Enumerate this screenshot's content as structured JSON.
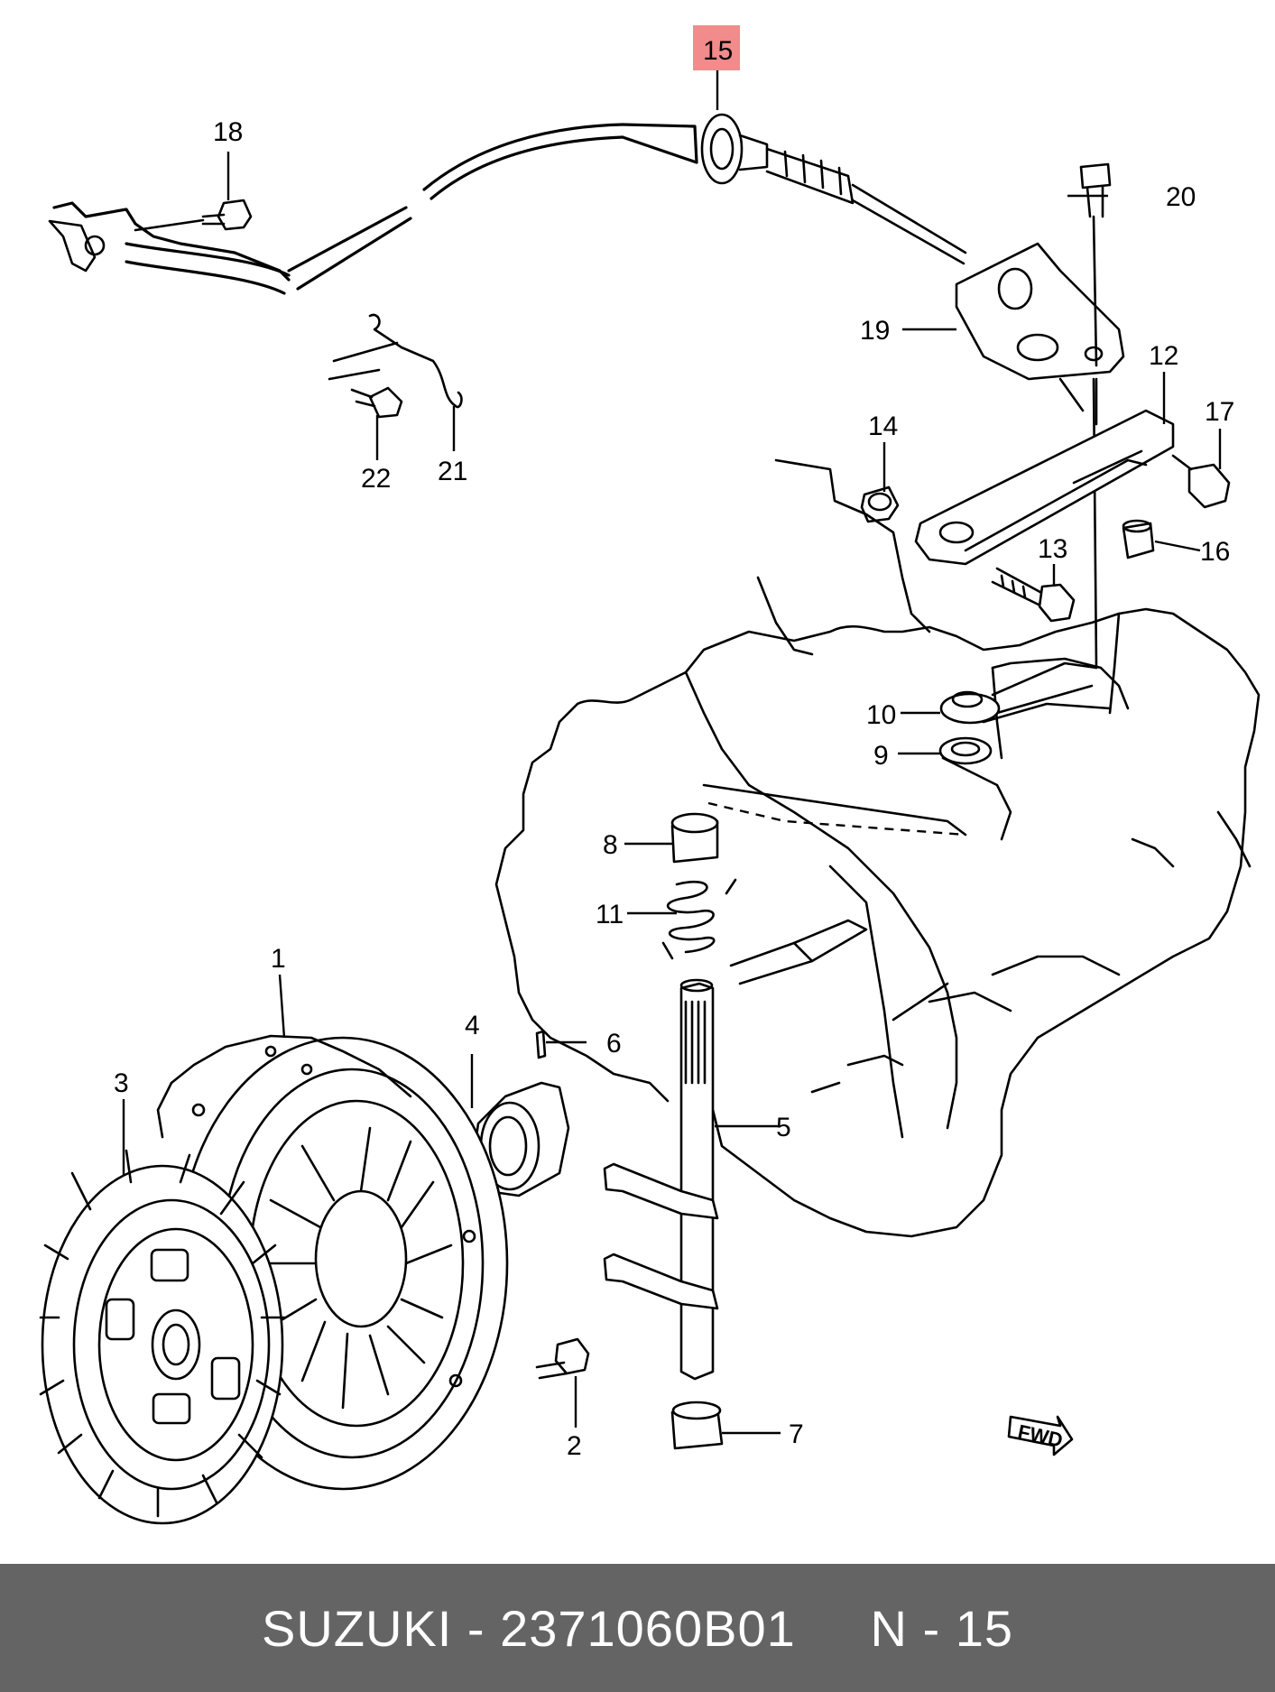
{
  "diagram": {
    "highlight_color": "#f28b8b",
    "highlighted_label": "15",
    "direction_arrow": "FWD",
    "callouts": [
      "1",
      "2",
      "3",
      "4",
      "5",
      "6",
      "7",
      "8",
      "9",
      "10",
      "11",
      "12",
      "13",
      "14",
      "15",
      "16",
      "17",
      "18",
      "19",
      "20",
      "21",
      "22"
    ]
  },
  "footer": {
    "text": "SUZUKI - 2371060B01     N - 15",
    "background_color": "#646464",
    "text_color": "#ffffff"
  }
}
